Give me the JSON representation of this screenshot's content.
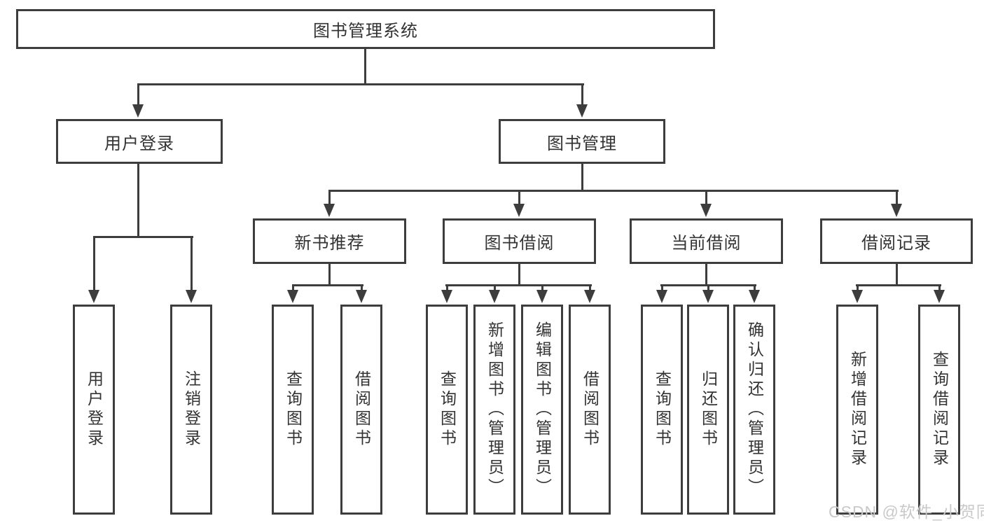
{
  "colors": {
    "line": "#3d3d3d",
    "box-border": "#3d3d3d",
    "text": "#333333",
    "box-bg": "#ffffff",
    "watermark": "#c9c9c9",
    "page-bg": "#ffffff"
  },
  "tree": {
    "root": {
      "label": "图书管理系统"
    },
    "branches": [
      {
        "label": "用户登录",
        "children": [
          {
            "label": "用户登录"
          },
          {
            "label": "注销登录"
          }
        ]
      },
      {
        "label": "图书管理",
        "children": [
          {
            "label": "新书推荐",
            "children": [
              {
                "label": "查询图书"
              },
              {
                "label": "借阅图书"
              }
            ]
          },
          {
            "label": "图书借阅",
            "children": [
              {
                "label": "查询图书"
              },
              {
                "label": "新增图书（管理员）"
              },
              {
                "label": "编辑图书（管理员）"
              },
              {
                "label": "借阅图书"
              }
            ]
          },
          {
            "label": "当前借阅",
            "children": [
              {
                "label": "查询图书"
              },
              {
                "label": "归还图书"
              },
              {
                "label": "确认归还（管理员）"
              }
            ]
          },
          {
            "label": "借阅记录",
            "children": [
              {
                "label": "新增借阅记录"
              },
              {
                "label": "查询借阅记录"
              }
            ]
          }
        ]
      }
    ]
  },
  "watermark": {
    "text": "CSDN @软件_小贺同学"
  }
}
